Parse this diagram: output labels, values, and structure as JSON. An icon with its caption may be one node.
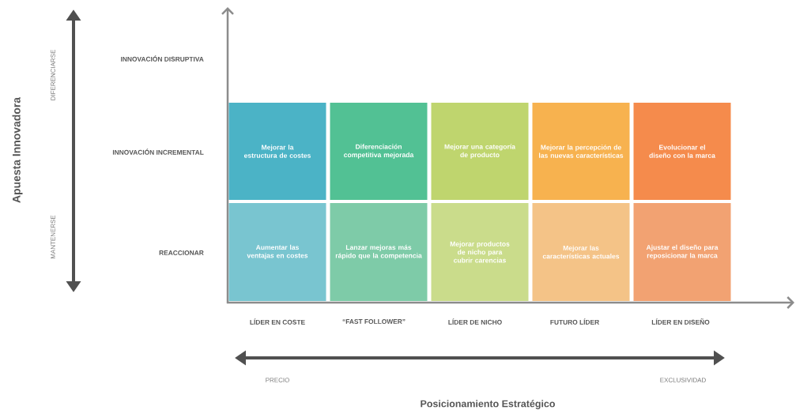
{
  "diagram": {
    "nodes": [
      {
        "text": [
          "Mejorar la estructura de costes"
        ]
      },
      {
        "text": [
          "Diferenciación competitiva mejorada"
        ]
      },
      {
        "text": [
          "Mejorar una categoría de producto"
        ]
      },
      {
        "text": [
          "Mejorar la percepción de las nuevas características"
        ]
      },
      {
        "text": [
          "Evolucionar el diseño con la marca"
        ]
      },
      {
        "text": [
          "Aumentar las ventajas en costes"
        ]
      },
      {
        "text": [
          "Lanzar mejoras más rápido que la competencia"
        ]
      },
      {
        "text": [
          "Mejorar productos de nicho para cubrir carencias"
        ]
      },
      {
        "text": [
          "Mejorar las características actuales"
        ]
      },
      {
        "text": [
          "Ajustar el diseño para reposicionar la marca"
        ]
      }
    ],
    "labels": [
      "Apuesta Innovadora",
      "DIFERENCIARSE",
      "MANTENERSE",
      "INNOVACIÓN DISRUPTIVA",
      "INNOVACIÓN INCREMENTAL",
      "REACCIONAR",
      "LÍDER EN COSTE",
      "“FAST FOLLOWER”",
      "LÍDER DE NICHO",
      "FUTURO LÍDER",
      "LÍDER EN DISEÑO",
      "PRECIO",
      "EXCLUSIVIDAD",
      "Posicionamiento Estratégico"
    ]
  }
}
